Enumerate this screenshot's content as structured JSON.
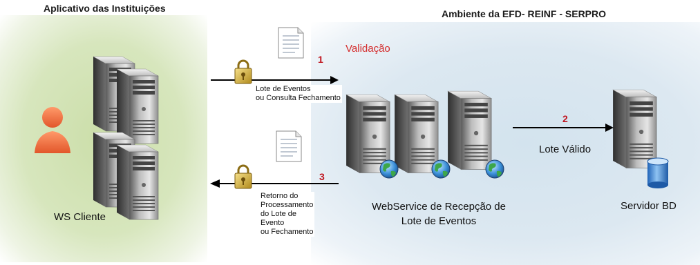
{
  "left_title": "Aplicativo das Instituições",
  "right_title": "Ambiente da EFD- REINF - SERPRO",
  "validation_label": "Validação",
  "step1": {
    "number": "1",
    "text_line1": "Lote de Eventos",
    "text_line2": "ou Consulta Fechamento"
  },
  "step2": {
    "number": "2",
    "text": "Lote Válido"
  },
  "step3": {
    "number": "3",
    "lines": [
      "Retorno do",
      "Processamento",
      "do Lote de",
      "Evento",
      "ou Fechamento"
    ]
  },
  "ws_client_label": "WS Cliente",
  "webservice_label_line1": "WebService de Recepção de",
  "webservice_label_line2": "Lote de Eventos",
  "db_label": "Servidor BD",
  "colors": {
    "step_number": "#c0141e",
    "validation": "#d42a2a",
    "left_bg": "#d2e3b3",
    "right_bg": "#d8e6f0",
    "person": "#f07a45"
  }
}
